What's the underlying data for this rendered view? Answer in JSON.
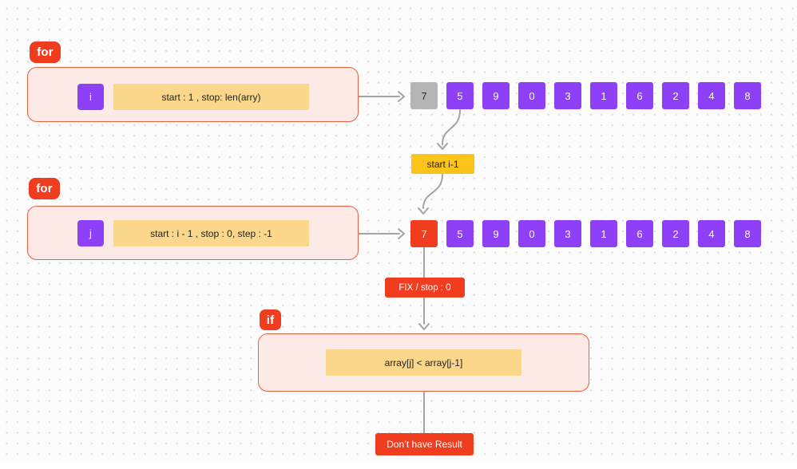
{
  "colors": {
    "red": "#f03d20",
    "purple": "#8e40f7",
    "gray": "#b5b5b5",
    "gold": "#fcc419",
    "label_yellow": "#fbd78c",
    "pink_fill": "#fceae6",
    "pink_border": "#ec5f41",
    "connector": "#a3a3a3",
    "text_dark": "#1e1e1e"
  },
  "loop1": {
    "badge": "for",
    "var": "i",
    "params": "start : 1 , stop: len(arry)"
  },
  "loop2": {
    "badge": "for",
    "var": "j",
    "params": "start : i - 1 , stop : 0, step : -1"
  },
  "conditional": {
    "badge": "if",
    "condition": "array[j] < array[j-1]"
  },
  "arrays": [
    {
      "first_style": "gray",
      "values": [
        "7",
        "5",
        "9",
        "0",
        "3",
        "1",
        "6",
        "2",
        "4",
        "8"
      ]
    },
    {
      "first_style": "red",
      "values": [
        "7",
        "5",
        "9",
        "0",
        "3",
        "1",
        "6",
        "2",
        "4",
        "8"
      ]
    }
  ],
  "annotations": {
    "start_step": "start i-1",
    "fix": "FIX / stop : 0",
    "result": "Don’t have Result"
  }
}
